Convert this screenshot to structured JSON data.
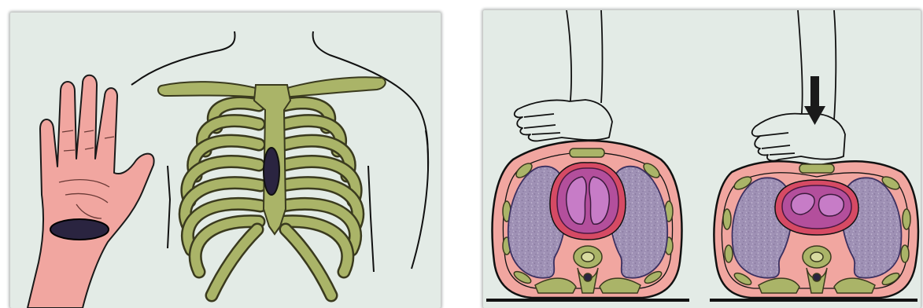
{
  "figure": {
    "panels": [
      {
        "id": "hand-and-ribcage",
        "elements": [
          "hand-heel-highlight",
          "rib-cage",
          "sternum-compression-site"
        ]
      },
      {
        "id": "chest-cross-section",
        "states": [
          "hand-resting",
          "hand-compressing"
        ]
      }
    ],
    "icons": [
      "down-arrow-icon"
    ],
    "colors": {
      "background": "#e3ebe6",
      "bone": "#aab468",
      "bone_outline": "#3a3a1e",
      "skin": "#f1a6a0",
      "lung": "#9f91b5",
      "heart": "#a04fa6",
      "pericardium": "#d64a64",
      "target_mark": "#2a2440"
    }
  }
}
